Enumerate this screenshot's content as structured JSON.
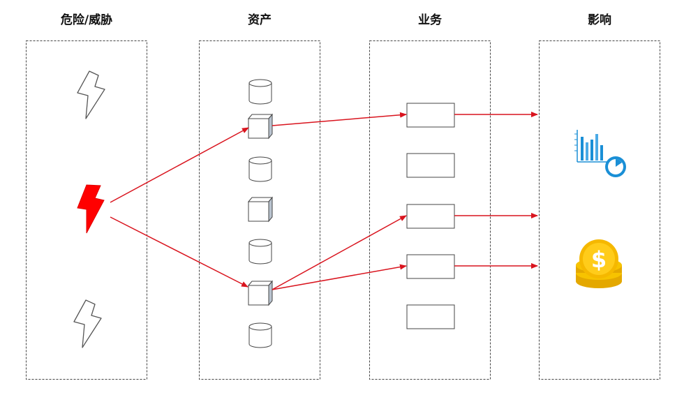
{
  "columns": [
    {
      "title": "危险/威胁"
    },
    {
      "title": "资产"
    },
    {
      "title": "业务"
    },
    {
      "title": "影响"
    }
  ],
  "threats": [
    {
      "icon": "lightning-outline-icon",
      "state": "inactive"
    },
    {
      "icon": "lightning-filled-icon",
      "state": "active",
      "color": "#ff0000"
    },
    {
      "icon": "lightning-outline-icon",
      "state": "inactive"
    }
  ],
  "assets": [
    {
      "kind": "cylinder"
    },
    {
      "kind": "cube",
      "affected": true
    },
    {
      "kind": "cylinder"
    },
    {
      "kind": "cube"
    },
    {
      "kind": "cylinder"
    },
    {
      "kind": "cube",
      "affected": true
    },
    {
      "kind": "cylinder"
    }
  ],
  "business_count": 5,
  "impacts": [
    {
      "icon": "chart-report-icon",
      "color": "#1a8fd6"
    },
    {
      "icon": "gold-coins-icon",
      "color": "#f2b705"
    }
  ],
  "links": [
    {
      "from": "threat-2",
      "to": "asset-2"
    },
    {
      "from": "threat-2",
      "to": "asset-6"
    },
    {
      "from": "asset-2",
      "to": "business-1"
    },
    {
      "from": "asset-6",
      "to": "business-3"
    },
    {
      "from": "asset-6",
      "to": "business-4"
    },
    {
      "from": "business-1",
      "to": "impact-1"
    },
    {
      "from": "business-3",
      "to": "impact-2"
    },
    {
      "from": "business-4",
      "to": "impact-2"
    }
  ],
  "arrow_color": "#d9141e"
}
